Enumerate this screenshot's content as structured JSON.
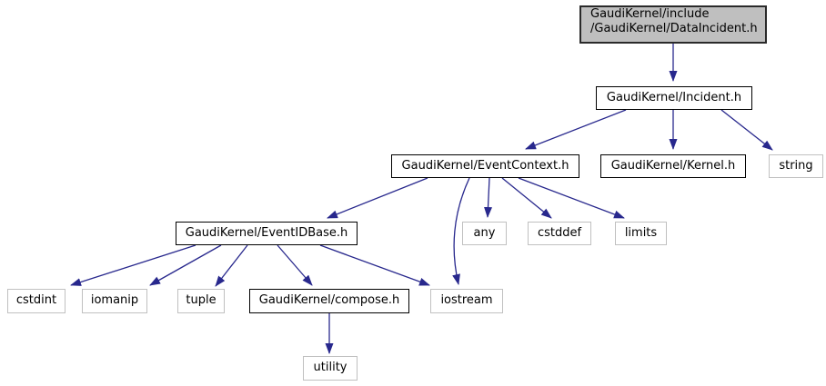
{
  "graph": {
    "description": "Doxygen include dependency graph for GaudiKernel/include/GaudiKernel/DataIncident.h",
    "colors": {
      "edge": "#28288d",
      "current_node_fill": "#bfbfbf",
      "project_border": "#000000",
      "system_border": "#c0c0c0"
    },
    "nodes": {
      "dataincident": {
        "line1": "GaudiKernel/include",
        "line2": "/GaudiKernel/DataIncident.h"
      },
      "incident": {
        "label": "GaudiKernel/Incident.h"
      },
      "eventcontext": {
        "label": "GaudiKernel/EventContext.h"
      },
      "kernel": {
        "label": "GaudiKernel/Kernel.h"
      },
      "string": {
        "label": "string"
      },
      "eventidbase": {
        "label": "GaudiKernel/EventIDBase.h"
      },
      "any": {
        "label": "any"
      },
      "cstddef": {
        "label": "cstddef"
      },
      "limits": {
        "label": "limits"
      },
      "cstdint": {
        "label": "cstdint"
      },
      "iomanip": {
        "label": "iomanip"
      },
      "tuple": {
        "label": "tuple"
      },
      "compose": {
        "label": "GaudiKernel/compose.h"
      },
      "iostream": {
        "label": "iostream"
      },
      "utility": {
        "label": "utility"
      }
    },
    "edges": [
      {
        "from": "dataincident",
        "to": "incident"
      },
      {
        "from": "incident",
        "to": "eventcontext"
      },
      {
        "from": "incident",
        "to": "kernel"
      },
      {
        "from": "incident",
        "to": "string"
      },
      {
        "from": "eventcontext",
        "to": "eventidbase"
      },
      {
        "from": "eventcontext",
        "to": "iostream"
      },
      {
        "from": "eventcontext",
        "to": "any"
      },
      {
        "from": "eventcontext",
        "to": "cstddef"
      },
      {
        "from": "eventcontext",
        "to": "limits"
      },
      {
        "from": "eventidbase",
        "to": "cstdint"
      },
      {
        "from": "eventidbase",
        "to": "iomanip"
      },
      {
        "from": "eventidbase",
        "to": "tuple"
      },
      {
        "from": "eventidbase",
        "to": "compose"
      },
      {
        "from": "eventidbase",
        "to": "iostream"
      },
      {
        "from": "compose",
        "to": "utility"
      }
    ]
  }
}
